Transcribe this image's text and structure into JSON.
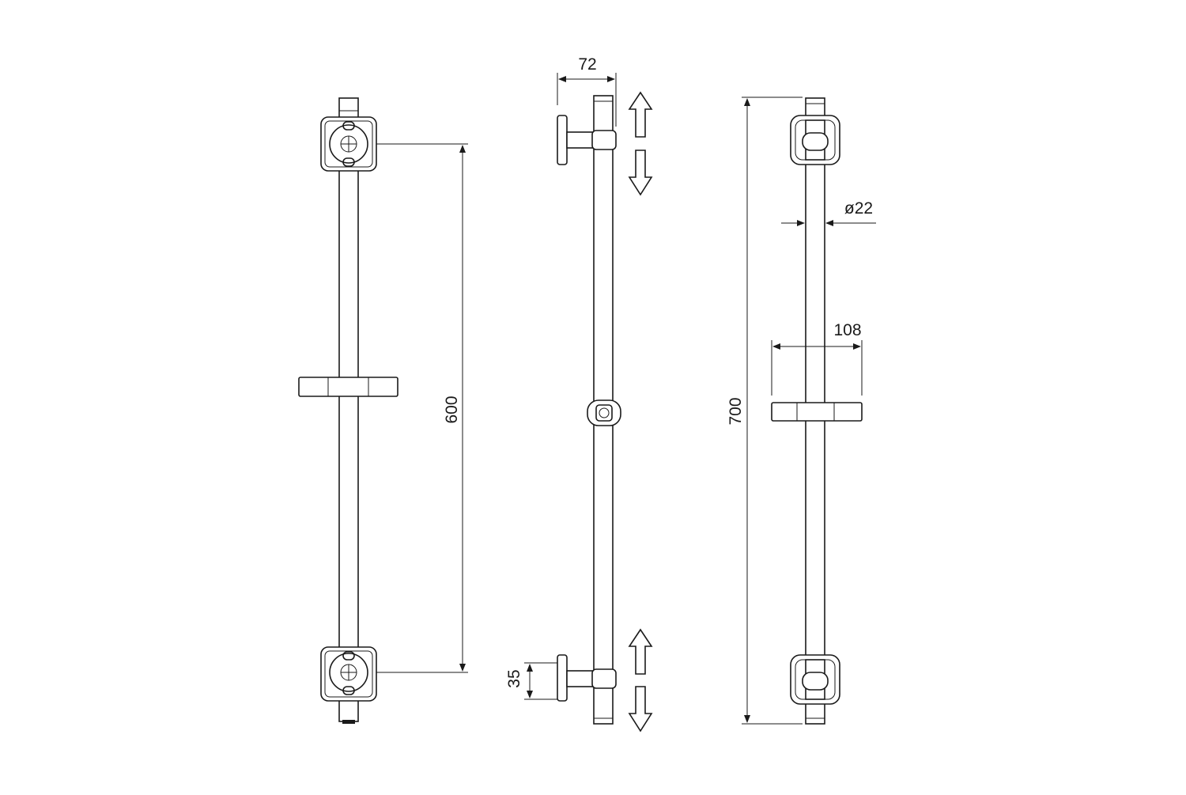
{
  "dimensions": {
    "bracket_spacing": "600",
    "depth": "72",
    "base_offset": "35",
    "total_length": "700",
    "rod_diameter": "ø22",
    "holder_width": "108"
  },
  "icons": [
    "slide-up-arrow-icon",
    "slide-down-arrow-icon"
  ],
  "colors": {
    "line": "#1a1a1a",
    "background": "#ffffff"
  }
}
